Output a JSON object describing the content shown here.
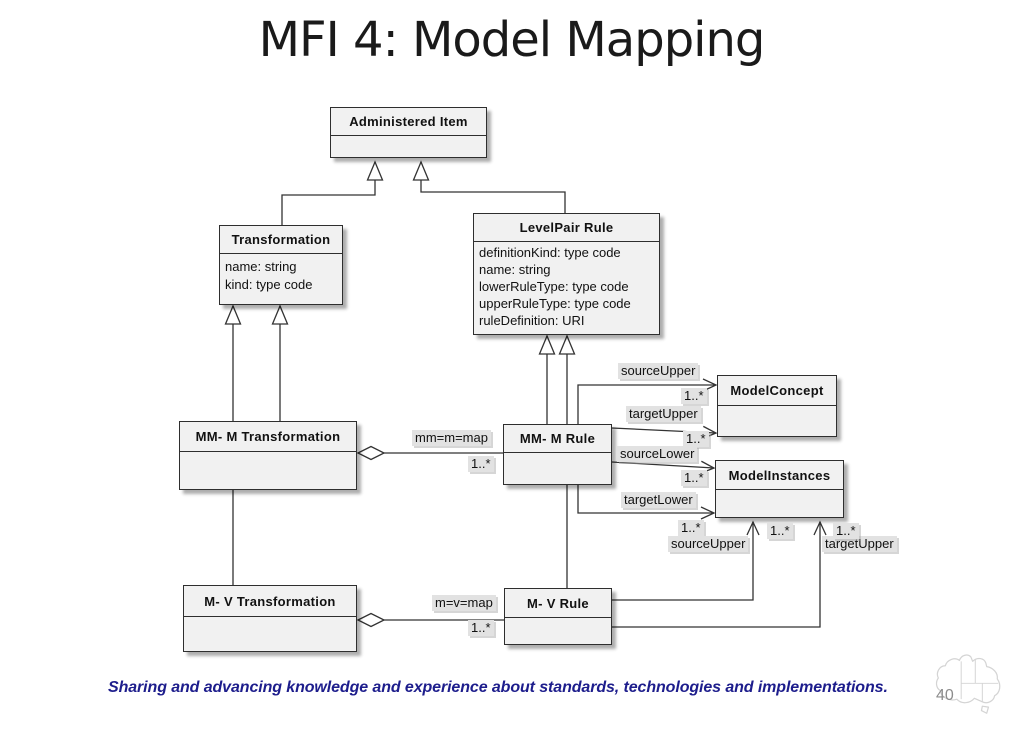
{
  "slide": {
    "title": "MFI 4: Model Mapping",
    "footer": "Sharing and advancing knowledge and experience about standards, technologies and implementations.",
    "page_number": "40"
  },
  "classes": {
    "administered_item": {
      "name": "Administered Item",
      "attributes": []
    },
    "transformation": {
      "name": "Transformation",
      "attributes": [
        "name:  string",
        "kind:  type code"
      ]
    },
    "levelpair_rule": {
      "name": "LevelPair Rule",
      "attributes": [
        "definitionKind:  type code",
        "name:  string",
        "lowerRuleType:  type code",
        "upperRuleType:  type code",
        "ruleDefinition:  URI"
      ]
    },
    "mm_m_transformation": {
      "name": "MM- M Transformation",
      "attributes": []
    },
    "mm_m_rule": {
      "name": "MM- M Rule",
      "attributes": []
    },
    "model_concept": {
      "name": "ModelConcept",
      "attributes": []
    },
    "model_instances": {
      "name": "ModelInstances",
      "attributes": []
    },
    "m_v_transformation": {
      "name": "M- V Transformation",
      "attributes": []
    },
    "m_v_rule": {
      "name": "M- V Rule",
      "attributes": []
    }
  },
  "labels": {
    "mm_map": "mm=m=map",
    "mm_map_mult": "1..*",
    "source_upper_mm": "sourceUpper",
    "source_upper_mm_mult": "1..*",
    "target_upper_mm": "targetUpper",
    "target_upper_mm_mult": "1..*",
    "source_lower": "sourceLower",
    "source_lower_mult": "1..*",
    "target_lower": "targetLower",
    "target_lower_mult": "1..*",
    "source_upper_mv": "sourceUpper",
    "source_upper_mv_mult": "1..*",
    "target_upper_mv": "targetUpper",
    "target_upper_mv_mult": "1..*",
    "mv_map": "m=v=map",
    "mv_map_mult": "1..*"
  },
  "colors": {
    "box_fill": "#f1f1f1",
    "box_border": "#2e2e2e",
    "label_bg": "#e2e2e2",
    "connector": "#333333",
    "footer_text": "#1d1d8c",
    "page_number": "#8c8c8c",
    "map_outline": "#d4d4d4"
  }
}
